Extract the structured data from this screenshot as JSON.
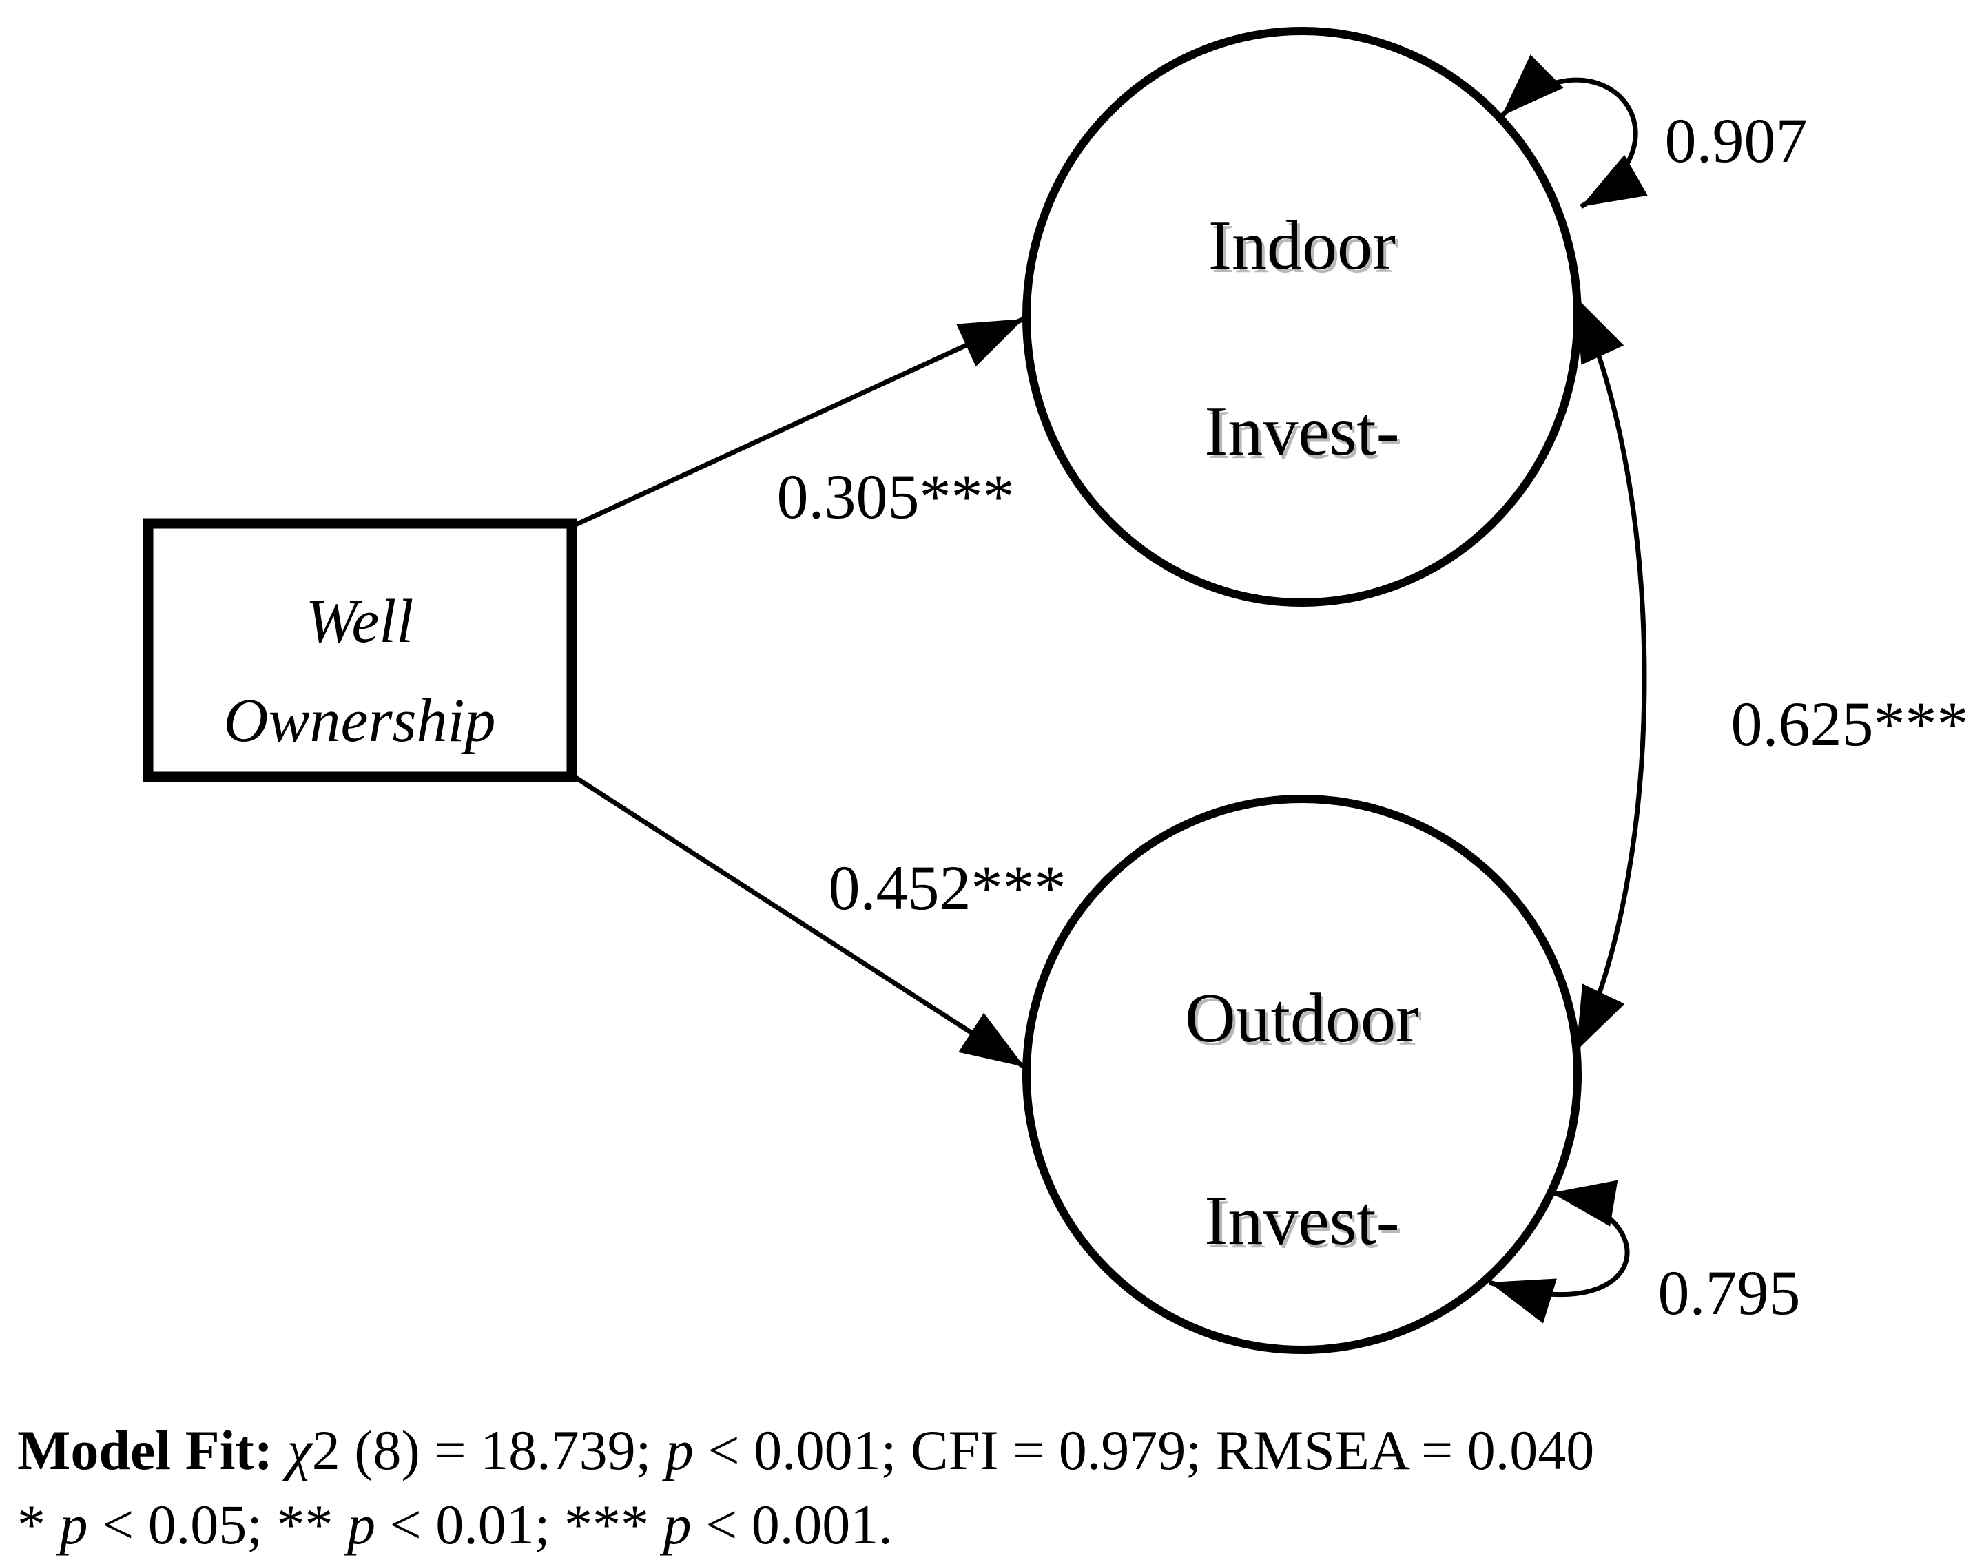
{
  "figure": {
    "kind": "sem-path-diagram",
    "background_color": "#ffffff",
    "ink_color": "#000000"
  },
  "nodes": {
    "well_ownership": {
      "shape": "rectangle",
      "line1": "Well",
      "line2": "Ownership"
    },
    "indoor": {
      "shape": "ellipse",
      "line1": "Indoor",
      "line2": "Invest-"
    },
    "outdoor": {
      "shape": "ellipse",
      "line1": "Outdoor",
      "line2": "Invest-"
    }
  },
  "paths": [
    {
      "type": "regression",
      "from": "well_ownership",
      "to": "indoor",
      "label": "0.305***"
    },
    {
      "type": "regression",
      "from": "well_ownership",
      "to": "outdoor",
      "label": "0.452***"
    },
    {
      "type": "covariance",
      "between": "indoor-outdoor",
      "label": "0.625***"
    },
    {
      "type": "variance",
      "node": "indoor",
      "label": "0.907"
    },
    {
      "type": "variance",
      "node": "outdoor",
      "label": "0.795"
    }
  ],
  "notes": {
    "line1": [
      {
        "text": "Model Fit: ",
        "style": "bold"
      },
      {
        "text": "χ",
        "style": "italic"
      },
      {
        "text": "2 (8) = 18.739; ",
        "style": "normal"
      },
      {
        "text": "p",
        "style": "italic"
      },
      {
        "text": " < 0.001; CFI = 0.979; RMSEA = 0.040",
        "style": "normal"
      }
    ],
    "line2": [
      {
        "text": "* ",
        "style": "normal"
      },
      {
        "text": "p",
        "style": "italic"
      },
      {
        "text": " < 0.05;  ** ",
        "style": "normal"
      },
      {
        "text": "p",
        "style": "italic"
      },
      {
        "text": " < 0.01; *** ",
        "style": "normal"
      },
      {
        "text": "p",
        "style": "italic"
      },
      {
        "text": " < 0.001.",
        "style": "normal"
      }
    ]
  }
}
